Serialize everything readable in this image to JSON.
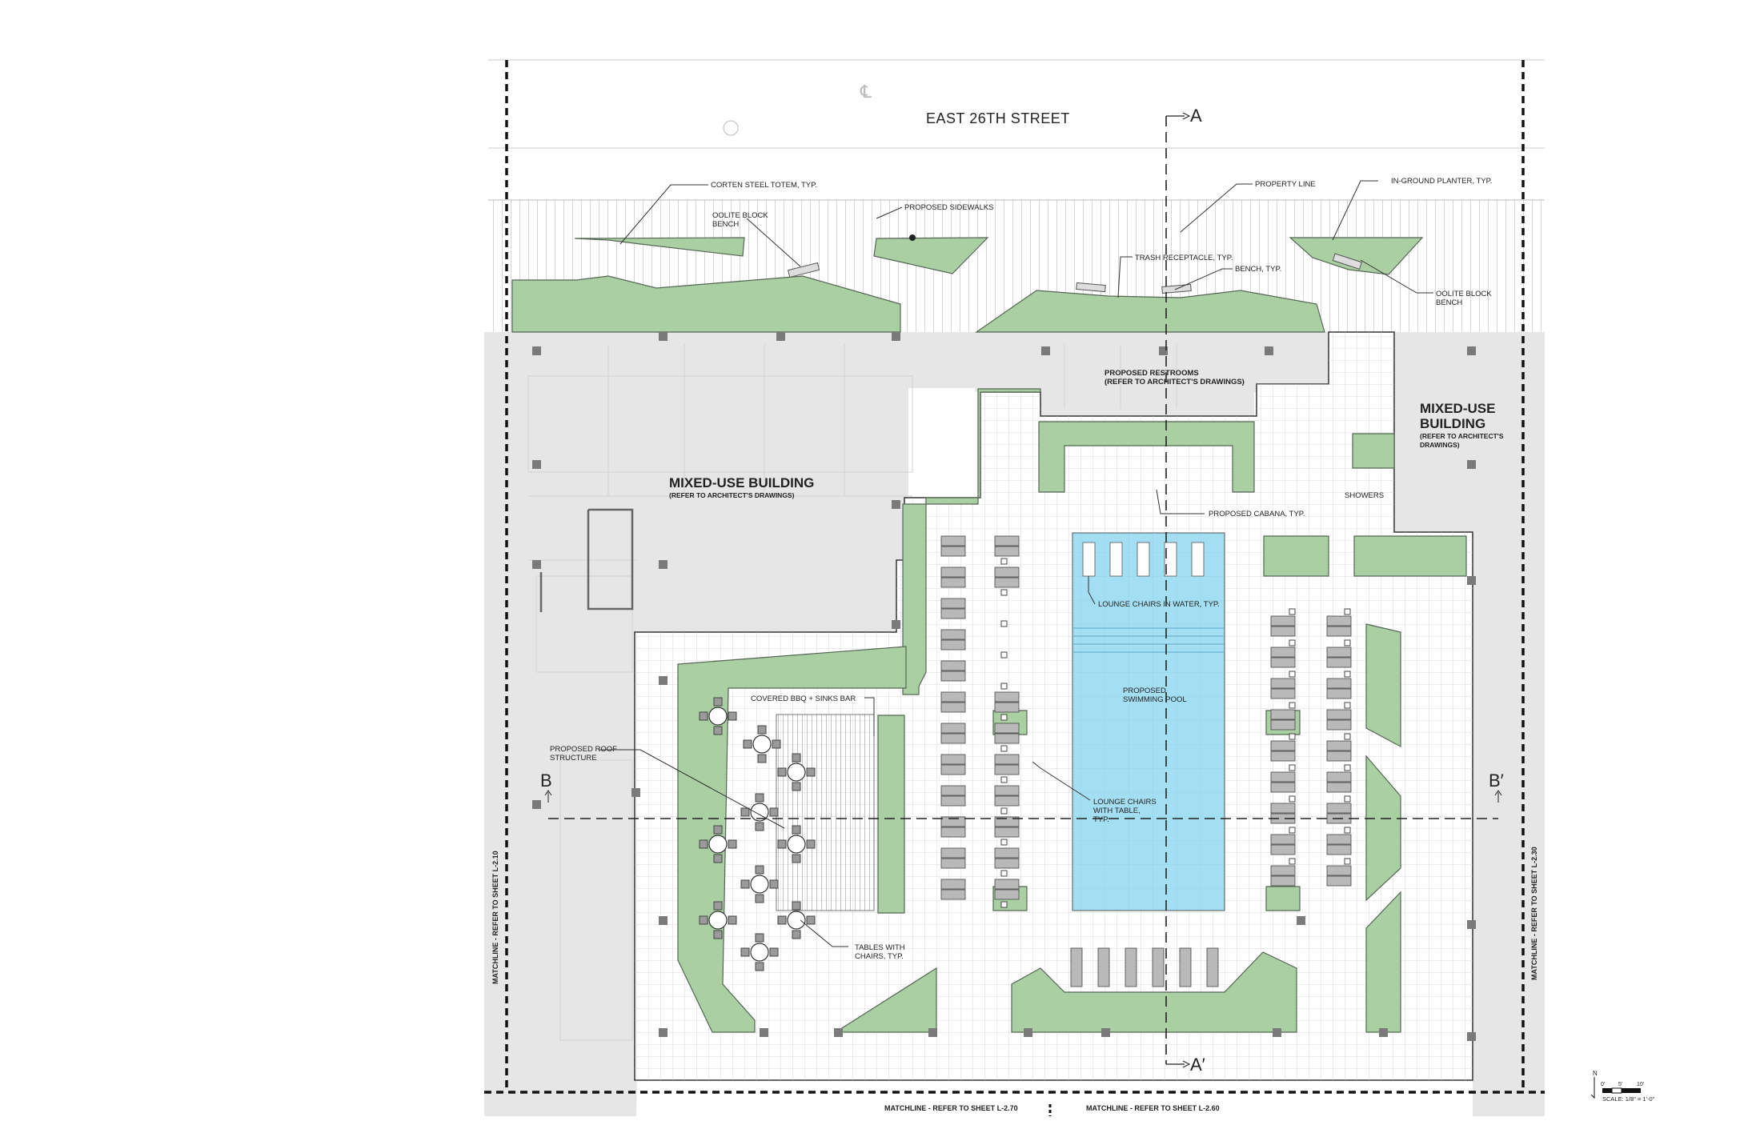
{
  "plan": {
    "street_name": "EAST 26TH STREET",
    "centerline_symbol": "℄",
    "buildings": {
      "left": {
        "title": "MIXED-USE BUILDING",
        "subtitle": "(REFER TO ARCHITECT'S DRAWINGS)"
      },
      "right": {
        "title_line1": "MIXED-USE",
        "title_line2": "BUILDING",
        "subtitle_line1": "(REFER TO ARCHITECT'S",
        "subtitle_line2": "DRAWINGS)"
      }
    },
    "restrooms": {
      "line1": "PROPOSED RESTROOMS",
      "line2": "(REFER TO ARCHITECT'S DRAWINGS)"
    },
    "callouts": {
      "corten_totem": "CORTEN STEEL TOTEM, TYP.",
      "oolite_bench_left_1": "OOLITE BLOCK",
      "oolite_bench_left_2": "BENCH",
      "proposed_sidewalks": "PROPOSED SIDEWALKS",
      "property_line": "PROPERTY LINE",
      "in_ground_planter": "IN-GROUND PLANTER, TYP.",
      "trash_receptacle": "TRASH RECEPTACLE, TYP.",
      "bench": "BENCH, TYP.",
      "oolite_bench_right_1": "OOLITE BLOCK",
      "oolite_bench_right_2": "BENCH",
      "proposed_cabana": "PROPOSED CABANA, TYP.",
      "showers": "SHOWERS",
      "lounge_chairs_water": "LOUNGE CHAIRS IN WATER, TYP.",
      "pool_1": "PROPOSED",
      "pool_2": "SWIMMING POOL",
      "bbq_bar": "COVERED BBQ + SINKS BAR",
      "roof_structure_1": "PROPOSED ROOF",
      "roof_structure_2": "STRUCTURE",
      "lounge_table_1": "LOUNGE CHAIRS",
      "lounge_table_2": "WITH TABLE,",
      "lounge_table_3": "TYP.",
      "tables_chairs_1": "TABLES WITH",
      "tables_chairs_2": "CHAIRS, TYP."
    },
    "sections": {
      "a_top": "A",
      "a_bottom": "A′",
      "b_left": "B",
      "b_right": "B′"
    },
    "matchlines": {
      "left": "MATCHLINE - REFER TO SHEET L-2.10",
      "right": "MATCHLINE - REFER TO SHEET L-2.30",
      "bottom_left": "MATCHLINE - REFER TO SHEET L-2.70",
      "bottom_right": "MATCHLINE - REFER TO SHEET L-2.60"
    },
    "scale": {
      "north": "N",
      "tick_0": "0'",
      "tick_5": "5'",
      "tick_10": "10'",
      "note": "SCALE: 1/8\" = 1'-0\""
    },
    "colors": {
      "planting": "#a9cfa3",
      "pool": "#a4def2",
      "building": "#e6e6e6"
    }
  }
}
